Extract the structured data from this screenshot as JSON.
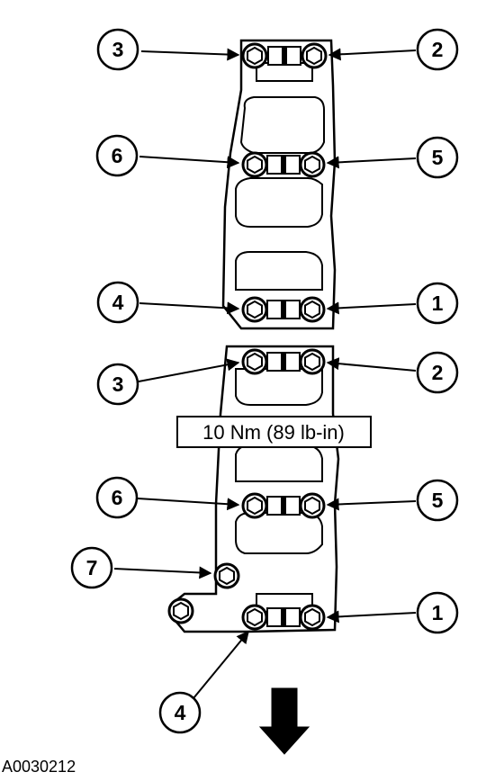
{
  "torque_label": "10 Nm (89 lb-in)",
  "figure_id": "A0030212",
  "callouts": {
    "upper": [
      "3",
      "2",
      "6",
      "5",
      "4",
      "1"
    ],
    "lower": [
      "3",
      "2",
      "6",
      "5",
      "7",
      "1",
      "4"
    ]
  },
  "direction_arrow": "arrow-down-icon"
}
